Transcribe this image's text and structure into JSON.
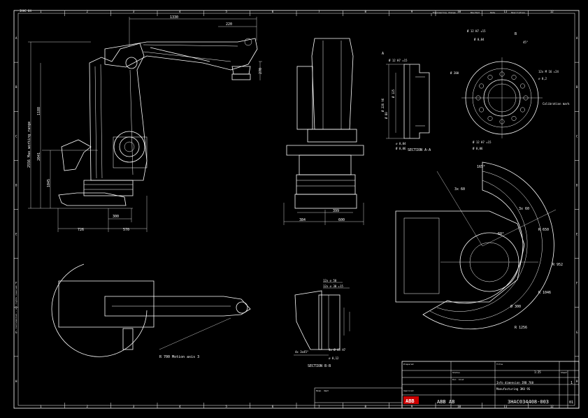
{
  "sheet": {
    "corner_code": "3HAC 04",
    "col_numbers": [
      "1",
      "2",
      "3",
      "4",
      "5",
      "6",
      "7",
      "8",
      "9",
      "10",
      "11",
      "12"
    ],
    "row_letters": [
      "A",
      "B",
      "C",
      "D",
      "E",
      "F",
      "G",
      "H"
    ],
    "header_cells": [
      "Engineering change",
      "Rev/Upd",
      "Date",
      "Description"
    ]
  },
  "front_view": {
    "dims": [
      "1330",
      "220",
      "270",
      "2556 Max working range",
      "1188",
      "2041",
      "1045",
      "300",
      "726",
      "570"
    ]
  },
  "side_view": {
    "dims": [
      "384",
      "600",
      "399"
    ]
  },
  "section_aa": {
    "label": "SECTION A-A",
    "dims": [
      "Ø 12 H7 ↧15",
      "Ø 80",
      "Ø 226 h6",
      "Ø 125",
      "⌀ 0,04",
      "Ø 0,06"
    ]
  },
  "flange": {
    "dims": [
      "Ø 12 H7 ↧15",
      "Ø 0,04",
      "Ø 200",
      "12x M 16 ↧24",
      "⌀ 0,2",
      "Calibration mark",
      "Ø 12 H7 ↧15",
      "Ø 0,06",
      "45°",
      "A",
      "B"
    ]
  },
  "top_view": {
    "annotation": "R 700  Motion axis 3",
    "range": [
      "165°",
      "3x 60",
      "3x 60",
      "R 650",
      "R 952",
      "R 1046",
      "R 1256",
      "Ø 300",
      "60°"
    ]
  },
  "section_bb": {
    "label": "SECTION B-B",
    "dims": [
      "12x ⌀ 50",
      "12x ⌀ 30 ↧15",
      "4x 3x45°",
      "4x Ø 45 H7",
      "⌀ 0,12"
    ]
  },
  "title_block": {
    "company": "ABB AB",
    "doc_number": "3HAC034408-003",
    "sheet_no": "01",
    "rev": "1",
    "scale": "1:25",
    "description1": "Info dimension IRB 760",
    "description2": "Manufacturing 3KU 9S",
    "fields": [
      "Prepared",
      "Approved",
      "Title",
      "Status",
      "Doc. kind",
      "Resp. dept",
      "Sheet"
    ],
    "logo": "ABB"
  },
  "side_label": "Confidential — all rights reserved"
}
